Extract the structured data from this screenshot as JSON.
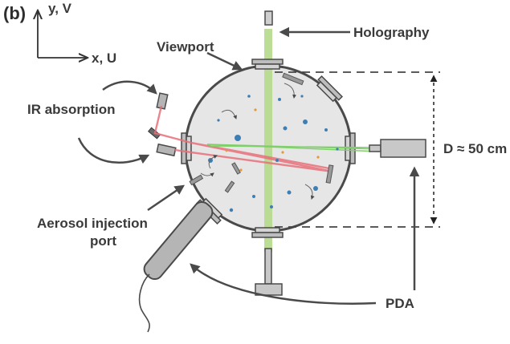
{
  "panel_label": "(b)",
  "axes": {
    "vertical_label": "y, V",
    "horizontal_label": "x, U"
  },
  "labels": {
    "holography": "Holography",
    "viewport": "Viewport",
    "ir_absorption": "IR absorption",
    "diameter": "D ≈ 50 cm",
    "aerosol_line1": "Aerosol injection",
    "aerosol_line2": "port",
    "pda": "PDA"
  },
  "colors": {
    "chamber_fill": "#e6e6e6",
    "outline": "#4a4a4a",
    "hardware": "#b5b5b5",
    "holography_beam": "#b5d98a",
    "ir_beam": "#e8707a",
    "pda_beam": "#7fcf6a",
    "droplet_blue": "#3d7fb5",
    "particle_orange": "#e39a3a"
  }
}
